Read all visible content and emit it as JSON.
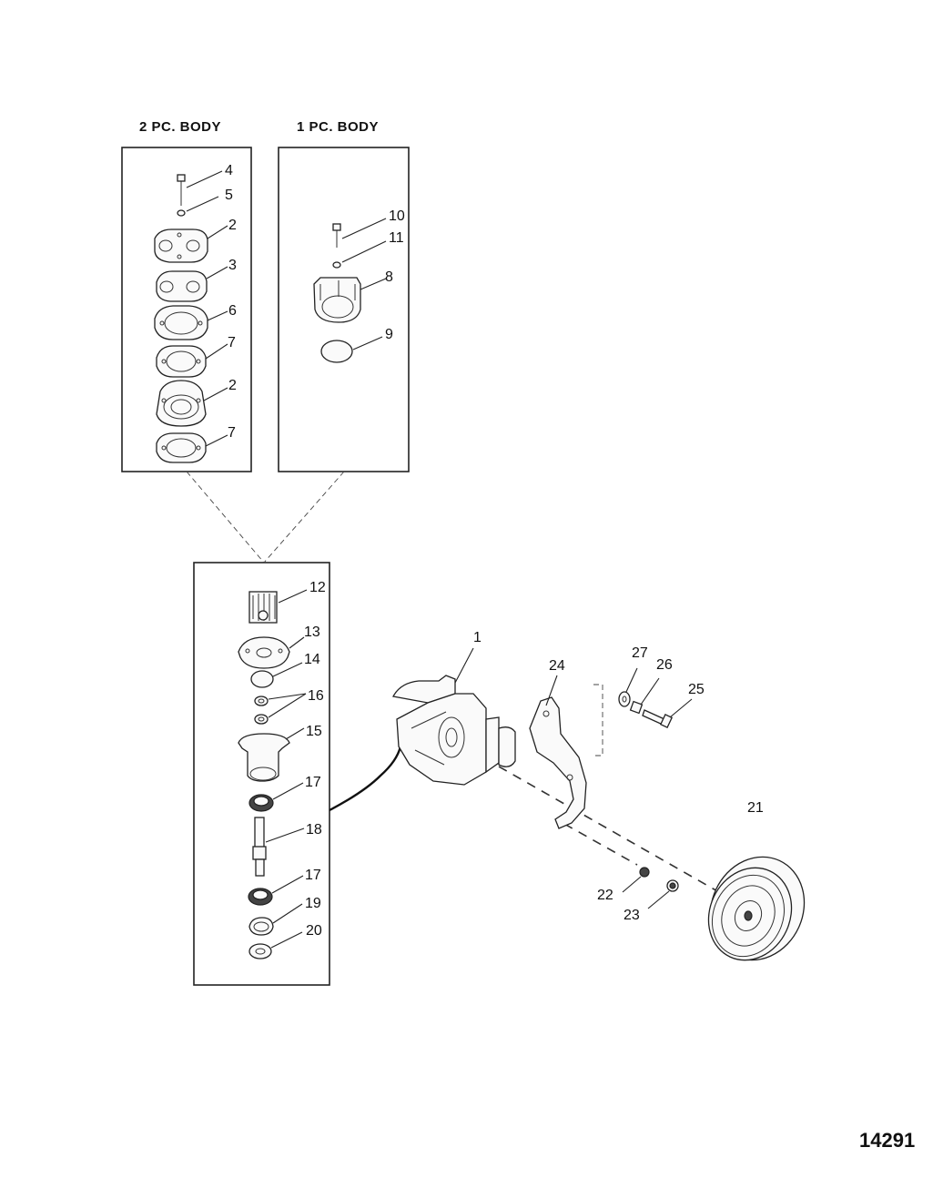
{
  "panels": {
    "two_piece_body": {
      "title": "2 PC. BODY"
    },
    "one_piece_body": {
      "title": "1 PC. BODY"
    }
  },
  "callouts": {
    "c1": "1",
    "c2a": "2",
    "c2b": "2",
    "c3": "3",
    "c4": "4",
    "c5": "5",
    "c6": "6",
    "c7a": "7",
    "c7b": "7",
    "c8": "8",
    "c9": "9",
    "c10": "10",
    "c11": "11",
    "c12": "12",
    "c13": "13",
    "c14": "14",
    "c15": "15",
    "c16": "16",
    "c17a": "17",
    "c17b": "17",
    "c18": "18",
    "c19": "19",
    "c20": "20",
    "c21": "21",
    "c22": "22",
    "c23": "23",
    "c24": "24",
    "c25": "25",
    "c26": "26",
    "c27": "27"
  },
  "figure_number": "14291"
}
